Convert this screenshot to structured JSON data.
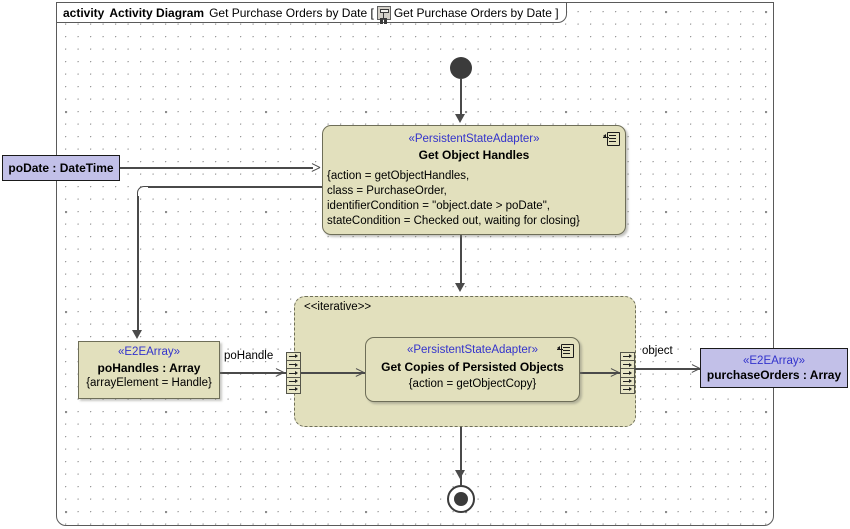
{
  "frame": {
    "keyword": "activity",
    "type_name": "Activity Diagram",
    "diagram_name": "Get Purchase Orders by Date [",
    "icon": "activity-diagram-icon",
    "qualified_name": "Get Purchase Orders by Date ]"
  },
  "nodes": {
    "initial": {
      "name": "initial-node"
    },
    "final": {
      "name": "activity-final-node"
    },
    "get_object_handles": {
      "stereotype": "«PersistentStateAdapter»",
      "name": "Get Object Handles",
      "properties": [
        "{action = getObjectHandles,",
        "class = PurchaseOrder,",
        "identifierCondition = \"object.date > poDate\",",
        "stateCondition = Checked out, waiting for closing}"
      ],
      "corner_icon": "sub-diagram-icon"
    },
    "get_copies": {
      "stereotype": "«PersistentStateAdapter»",
      "name": "Get Copies of Persisted Objects",
      "properties": "{action = getObjectCopy}",
      "corner_icon": "sub-diagram-icon"
    },
    "podate": {
      "name": "poDate : DateTime"
    },
    "pohandles": {
      "stereotype": "«E2EArray»",
      "name": "poHandles : Array",
      "properties": "{arrayElement = Handle}"
    },
    "purchaseorders": {
      "stereotype": "«E2EArray»",
      "name": "purchaseOrders : Array"
    }
  },
  "region": {
    "label": "<<iterative>>"
  },
  "edges": {
    "pohandle_label": "poHandle",
    "object_label": "object"
  },
  "colors": {
    "action_fill": "#e2e0bd",
    "action_stroke": "#6e6e58",
    "object_fill": "#c2c0e8",
    "object_stroke": "#1a1a1a",
    "stereotype_text": "#3333cc",
    "edge": "#4a4a4a",
    "frame_stroke": "#5a5a5a",
    "canvas": "#ffffff"
  }
}
